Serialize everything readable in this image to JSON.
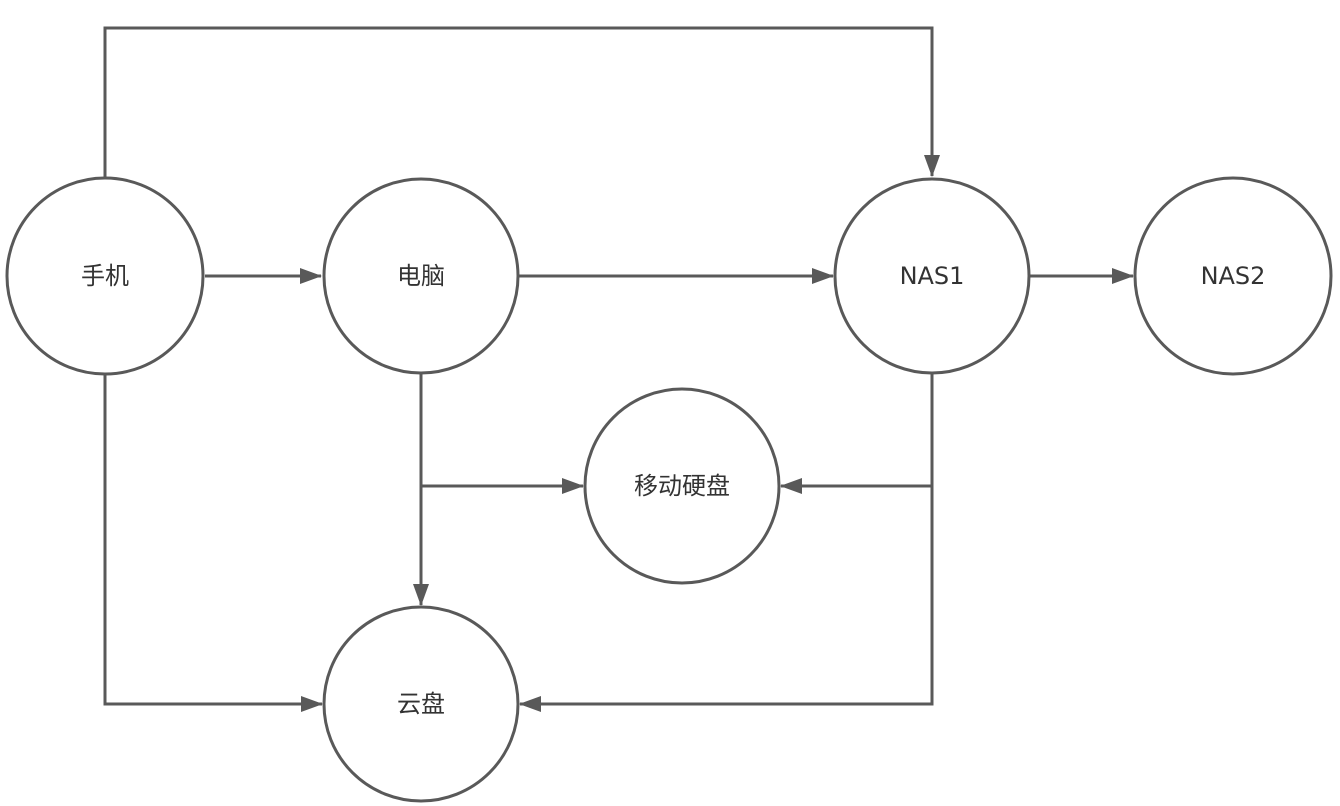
{
  "diagram": {
    "type": "flow",
    "colors": {
      "stroke": "#595959",
      "text": "#333333",
      "background": "#ffffff",
      "node_fill": "#ffffff"
    },
    "nodes": [
      {
        "id": "phone",
        "label": "手机"
      },
      {
        "id": "computer",
        "label": "电脑"
      },
      {
        "id": "nas1",
        "label": "NAS1"
      },
      {
        "id": "nas2",
        "label": "NAS2"
      },
      {
        "id": "portable_disk",
        "label": "移动硬盘"
      },
      {
        "id": "cloud_disk",
        "label": "云盘"
      }
    ],
    "edges": [
      {
        "from": "phone",
        "to": "computer"
      },
      {
        "from": "phone",
        "to": "nas1"
      },
      {
        "from": "phone",
        "to": "cloud_disk"
      },
      {
        "from": "computer",
        "to": "nas1"
      },
      {
        "from": "computer",
        "to": "portable_disk"
      },
      {
        "from": "computer",
        "to": "cloud_disk"
      },
      {
        "from": "nas1",
        "to": "nas2"
      },
      {
        "from": "nas1",
        "to": "portable_disk"
      },
      {
        "from": "nas1",
        "to": "cloud_disk"
      }
    ]
  }
}
